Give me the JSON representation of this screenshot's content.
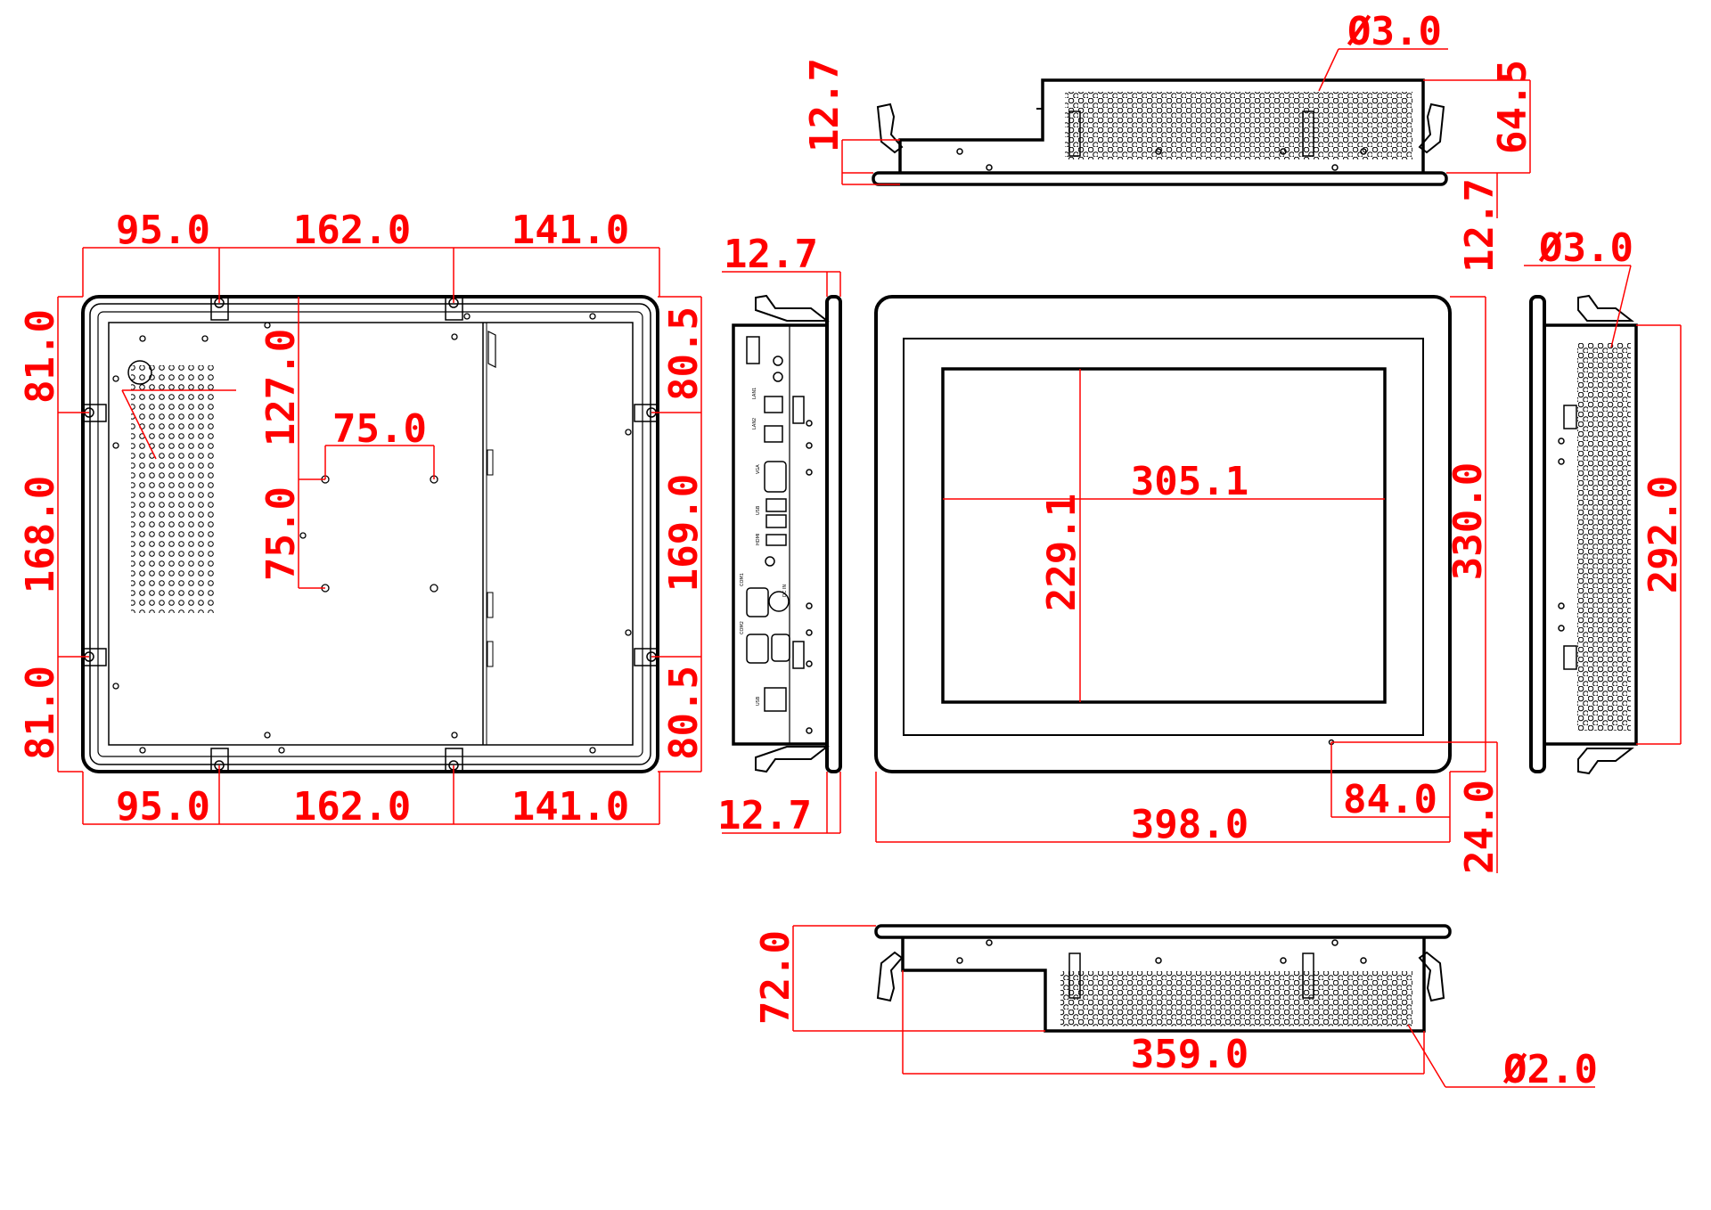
{
  "colors": {
    "dimension": "#ff0000",
    "outline": "#000000",
    "background": "#ffffff"
  },
  "dims": {
    "rear": {
      "top_a": "95.0",
      "top_b": "162.0",
      "top_c": "141.0",
      "bot_a": "95.0",
      "bot_b": "162.0",
      "bot_c": "141.0",
      "left_a": "81.0",
      "left_b": "168.0",
      "left_c": "81.0",
      "right_a": "80.5",
      "right_b": "169.0",
      "right_c": "80.5",
      "vesa_h": "75.0",
      "vesa_v": "75.0",
      "vesa_top": "127.0"
    },
    "top_view": {
      "hole": "Ø3.0",
      "thick_left": "12.7",
      "depth": "64.5",
      "bezel": "12.7"
    },
    "side_left": {
      "top": "12.7",
      "bottom": "12.7"
    },
    "front": {
      "active_w": "305.1",
      "active_h": "229.1",
      "height": "330.0",
      "width": "398.0",
      "led_x": "84.0",
      "led_y": "24.0"
    },
    "side_right": {
      "hole": "Ø3.0",
      "height": "292.0"
    },
    "bottom_view": {
      "depth": "72.0",
      "width": "359.0",
      "hole": "Ø2.0"
    }
  },
  "port_labels": [
    "LAN1",
    "LAN2",
    "VGA",
    "USB",
    "HDMI",
    "COM1",
    "COM2",
    "DC IN",
    "USB"
  ]
}
